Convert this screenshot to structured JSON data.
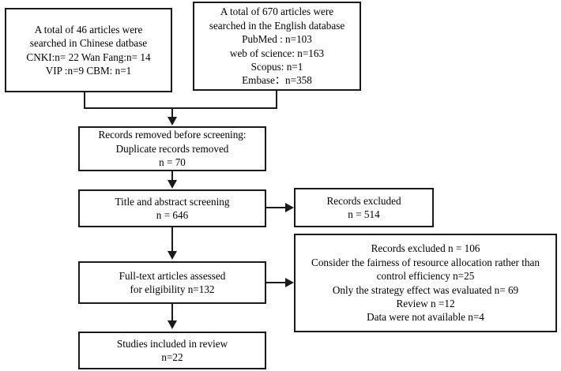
{
  "diagram": {
    "title": "PRISMA study selection flow diagram",
    "colors": {
      "stroke": "#1a1a1a",
      "background": "#ffffff"
    },
    "boxes": {
      "source_chinese": {
        "name": "chinese-database-search-box",
        "lines": [
          "A total of 46 articles were",
          "searched in Chinese datbase",
          "CNKI:n= 22    Wan Fang:n= 14",
          "VIP :n=9   CBM: n=1"
        ]
      },
      "source_english": {
        "name": "english-database-search-box",
        "lines": [
          "A total of 670 articles were",
          "searched in the English database",
          "PubMed : n=103",
          "web of science: n=163",
          "Scopus: n=1",
          "Embase：n=358"
        ]
      },
      "duplicates_removed": {
        "name": "duplicate-records-removed-box",
        "lines": [
          "Records removed before screening:",
          "Duplicate records removed",
          "n = 70"
        ]
      },
      "title_abstract_screening": {
        "name": "title-abstract-screening-box",
        "lines": [
          "Title and abstract screening",
          "n = 646"
        ]
      },
      "records_excluded_screening": {
        "name": "records-excluded-screening-box",
        "lines": [
          "Records excluded",
          "n = 514"
        ]
      },
      "fulltext_assessed": {
        "name": "full-text-assessed-box",
        "lines": [
          "Full-text articles assessed",
          "for eligibility n=132"
        ]
      },
      "records_excluded_fulltext": {
        "name": "records-excluded-fulltext-box",
        "lines": [
          "Records excluded n = 106",
          "Consider the fairness of resource allocation rather than",
          "control efficiency    n=25",
          "Only the strategy effect was evaluated n= 69",
          "Review n =12",
          "Data were not available n=4"
        ]
      },
      "studies_included": {
        "name": "studies-included-box",
        "lines": [
          "Studies included in review",
          "n=22"
        ]
      }
    },
    "counts": {
      "chinese_total": 46,
      "cnki": 22,
      "wan_fang": 14,
      "vip": 9,
      "cbm": 1,
      "english_total": 670,
      "pubmed": 103,
      "web_of_science": 163,
      "scopus": 1,
      "embase": 358,
      "duplicates_removed": 70,
      "screened": 646,
      "excluded_screening": 514,
      "fulltext_assessed": 132,
      "excluded_fulltext": 106,
      "excluded_fairness": 25,
      "excluded_strategy_only": 69,
      "excluded_review": 12,
      "excluded_no_data": 4,
      "included": 22
    }
  }
}
